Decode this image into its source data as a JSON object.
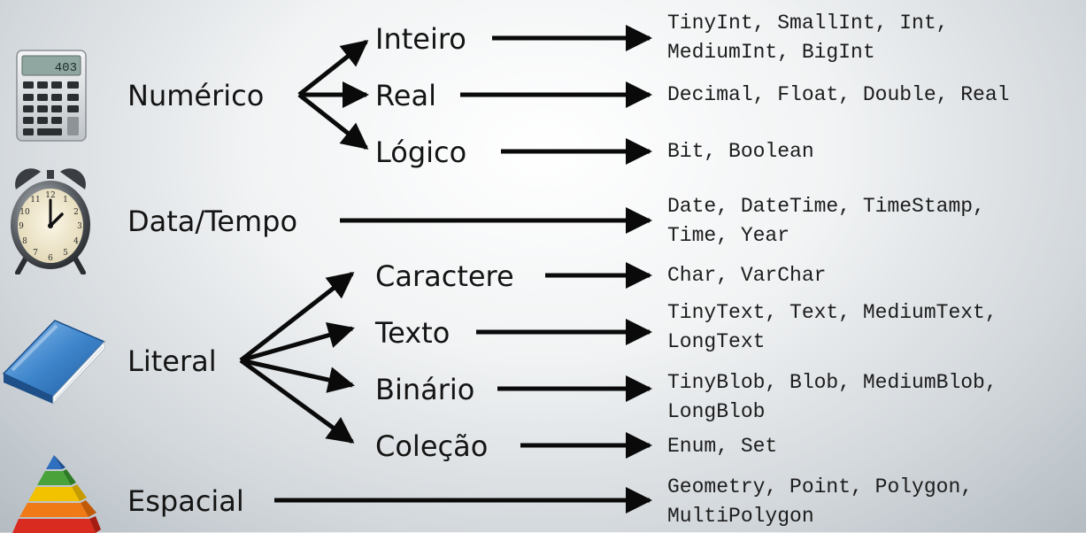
{
  "categories": [
    {
      "id": "numerico",
      "label": "Numérico",
      "icon": "calculator-icon",
      "subtypes": [
        {
          "id": "inteiro",
          "label": "Inteiro",
          "types": [
            "TinyInt, SmallInt, Int,",
            "MediumInt, BigInt"
          ]
        },
        {
          "id": "real",
          "label": "Real",
          "types": [
            "Decimal, Float, Double, Real"
          ]
        },
        {
          "id": "logico",
          "label": "Lógico",
          "types": [
            "Bit, Boolean"
          ]
        }
      ]
    },
    {
      "id": "data-tempo",
      "label": "Data/Tempo",
      "icon": "alarm-clock-icon",
      "types": [
        "Date, DateTime, TimeStamp,",
        "Time, Year"
      ]
    },
    {
      "id": "literal",
      "label": "Literal",
      "icon": "book-icon",
      "subtypes": [
        {
          "id": "caractere",
          "label": "Caractere",
          "types": [
            "Char, VarChar"
          ]
        },
        {
          "id": "texto",
          "label": "Texto",
          "types": [
            "TinyText, Text, MediumText,",
            "LongText"
          ]
        },
        {
          "id": "binario",
          "label": "Binário",
          "types": [
            "TinyBlob, Blob, MediumBlob,",
            "LongBlob"
          ]
        },
        {
          "id": "colecao",
          "label": "Coleção",
          "types": [
            "Enum, Set"
          ]
        }
      ]
    },
    {
      "id": "espacial",
      "label": "Espacial",
      "icon": "pyramid-icon",
      "types": [
        "Geometry, Point, Polygon,",
        "MultiPolygon"
      ]
    }
  ],
  "calculator_display": "403",
  "colors": {
    "ink": "#141414",
    "book": "#3f86cc",
    "pyramid": [
      "#2f6fc0",
      "#4aa33a",
      "#f2c200",
      "#f07a16",
      "#d92b1f"
    ]
  }
}
